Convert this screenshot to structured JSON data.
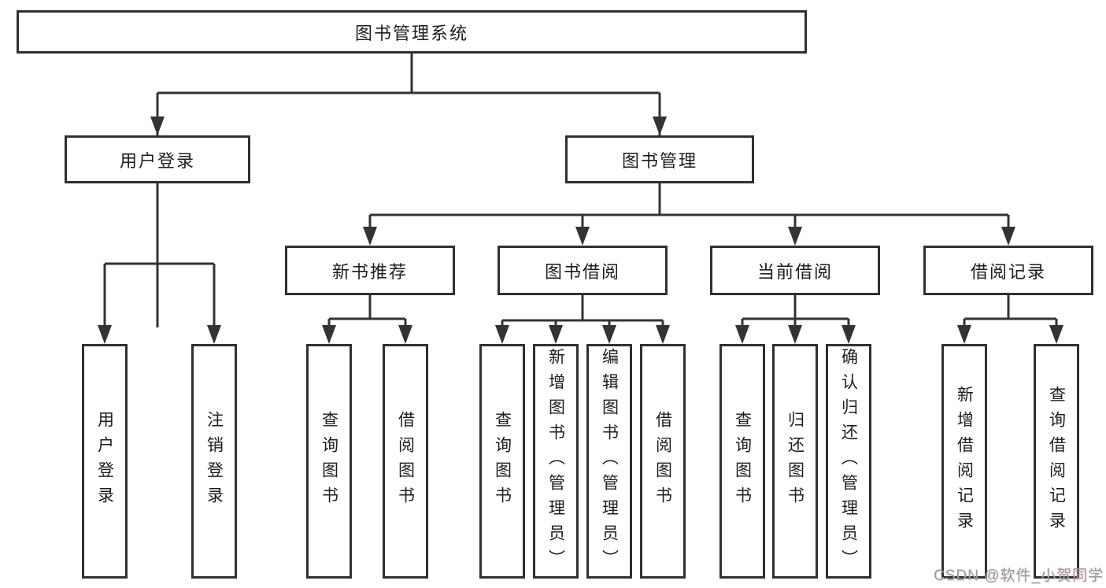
{
  "diagram": {
    "root": {
      "label": "图书管理系统"
    },
    "level2": [
      {
        "label": "用户登录"
      },
      {
        "label": "图书管理"
      }
    ],
    "level3": [
      {
        "label": "新书推荐",
        "parent": "图书管理"
      },
      {
        "label": "图书借阅",
        "parent": "图书管理"
      },
      {
        "label": "当前借阅",
        "parent": "图书管理"
      },
      {
        "label": "借阅记录",
        "parent": "图书管理"
      }
    ],
    "leaves": [
      {
        "label": "用户登录",
        "parent": "用户登录"
      },
      {
        "label": "注销登录",
        "parent": "用户登录"
      },
      {
        "label": "查询图书",
        "parent": "新书推荐"
      },
      {
        "label": "借阅图书",
        "parent": "新书推荐"
      },
      {
        "label": "查询图书",
        "parent": "图书借阅"
      },
      {
        "label": "新增图书（管理员）",
        "parent": "图书借阅"
      },
      {
        "label": "编辑图书（管理员）",
        "parent": "图书借阅"
      },
      {
        "label": "借阅图书",
        "parent": "图书借阅"
      },
      {
        "label": "查询图书",
        "parent": "当前借阅"
      },
      {
        "label": "归还图书",
        "parent": "当前借阅"
      },
      {
        "label": "确认归还（管理员）",
        "parent": "当前借阅"
      },
      {
        "label": "新增借阅记录",
        "parent": "借阅记录"
      },
      {
        "label": "查询借阅记录",
        "parent": "借阅记录"
      }
    ]
  },
  "watermark": {
    "text": "CSDN @软件_小贺同学"
  },
  "colors": {
    "line": "#333333",
    "box_border": "#303030",
    "text": "#1d1d1d",
    "watermark": "#9b9b9b",
    "background": "#ffffff"
  }
}
